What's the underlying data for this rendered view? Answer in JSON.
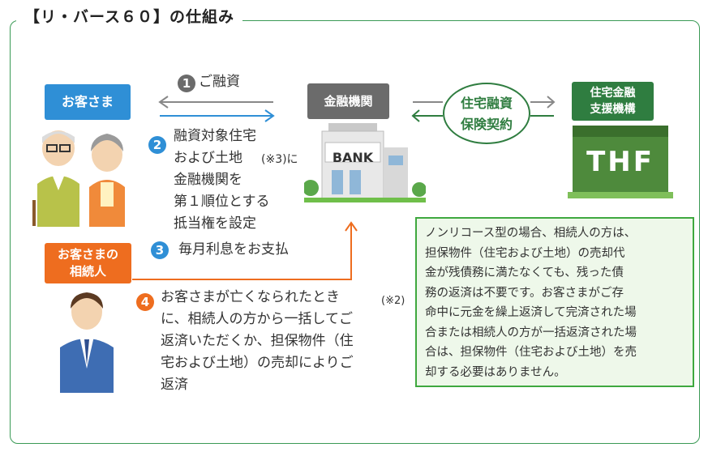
{
  "title": "【リ・バース６０】の仕組み",
  "tags": {
    "customer": "お客さま",
    "bank": "金融機関",
    "thf": "住宅金融\n支援機構",
    "heir": "お客さまの\n相続人"
  },
  "contract": "住宅融資\n保険契約",
  "bank_sign": "BANK",
  "thf_sign": "THF",
  "steps": [
    {
      "num": "1",
      "text": "ご融資"
    },
    {
      "num": "2",
      "lines": [
        "融資対象住宅",
        "および土地",
        "金融機関を",
        "第１順位とする",
        "抵当権を設定"
      ],
      "note": "(※3)に"
    },
    {
      "num": "3",
      "text": "毎月利息をお支払"
    },
    {
      "num": "4",
      "lines": [
        "お客さまが亡くなられたとき",
        "に、相続人の方から一括してご",
        "返済いただくか、担保物件（住",
        "宅および土地）の売却によりご",
        "返済"
      ],
      "note": "(※2)"
    }
  ],
  "note_box": "ノンリコース型の場合、相続人の方は、\n担保物件（住宅および土地）の売却代\n金が残債務に満たなくても、残った債\n務の返済は不要です。お客さまがご存\n命中に元金を繰上返済して完済された場\n合または相続人の方が一括返済された場\n合は、担保物件（住宅および土地）を売\n却する必要はありません。",
  "colors": {
    "frame": "#3a9a55",
    "blue": "#2f8fd6",
    "gray": "#6b6b6b",
    "orange": "#ee6d1f",
    "green": "#2f7d40",
    "note_bg": "#eef8ea"
  }
}
